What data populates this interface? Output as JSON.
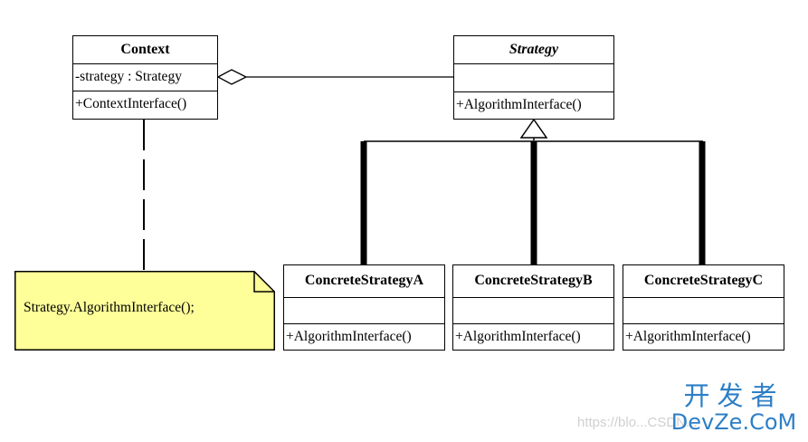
{
  "context": {
    "name": "Context",
    "attribute": "-strategy : Strategy",
    "operation": "+ContextInterface()"
  },
  "strategy": {
    "name": "Strategy",
    "operation": "+AlgorithmInterface()"
  },
  "concrete_strategies": [
    {
      "name": "ConcreteStrategyA",
      "operation": "+AlgorithmInterface()"
    },
    {
      "name": "ConcreteStrategyB",
      "operation": "+AlgorithmInterface()"
    },
    {
      "name": "ConcreteStrategyC",
      "operation": "+AlgorithmInterface()"
    }
  ],
  "note": {
    "text": "Strategy.AlgorithmInterface();"
  },
  "watermark": {
    "main": "开发者",
    "sub": "DevZe.CoM",
    "url": "https://blo...CSDN..."
  },
  "colors": {
    "note_fill": "#ffff99",
    "watermark_blue": "#2e7fc6"
  }
}
